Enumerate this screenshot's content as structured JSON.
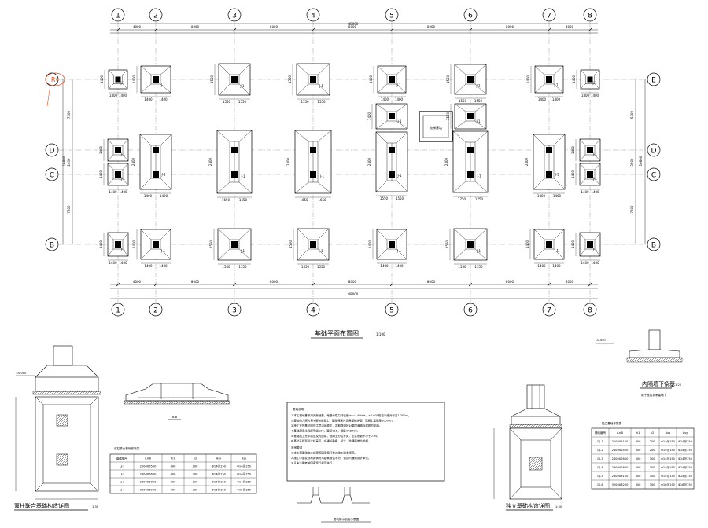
{
  "plan": {
    "columns": [
      "1",
      "2",
      "3",
      "4",
      "5",
      "6",
      "7",
      "8"
    ],
    "rows": [
      "E",
      "D",
      "C",
      "B"
    ],
    "total_dim": "48000",
    "bay_dims": [
      "4000",
      "8000",
      "8000",
      "8000",
      "8000",
      "8000",
      "4000"
    ],
    "row_dims": [
      "7200",
      "2400",
      "7200"
    ],
    "row_total": "16800",
    "right_row_dims": [
      "5600",
      "3500",
      "7200"
    ],
    "title": "基础平面布置图",
    "scale": "1:100",
    "revision_mark": "Rv"
  },
  "footing_dims": {
    "small": "1400",
    "medium": "1550",
    "large": "1650",
    "tall": "2400",
    "tall2": "1750"
  },
  "tag": "J-1",
  "elevator_label": "电梯基坑",
  "details": {
    "left_title": "双柱联合基础构造详图",
    "left_scale": "1:30",
    "left_elev": "±0.000",
    "left_table_title": "双柱联合基础参数表",
    "left_table_headers": [
      "基础编号",
      "A×B",
      "h1",
      "h2",
      "Asx",
      "Asy"
    ],
    "left_table_rows": [
      [
        "LJ-1",
        "2200X5500",
        "400",
        "200",
        "Φ14@150",
        "Φ14@150"
      ],
      [
        "LJ-2",
        "2600X5600",
        "400",
        "200",
        "Φ14@150",
        "Φ14@150"
      ],
      [
        "LJ-3",
        "2800X5800",
        "400",
        "300",
        "Φ14@150",
        "Φ14@150"
      ],
      [
        "LJ-4",
        "3400X6000",
        "400",
        "300",
        "Φ16@150",
        "Φ16@150"
      ]
    ],
    "section_title": "B-B",
    "notes_title": "基础说明",
    "notes": [
      "1.本工程地基采用天然地基，地基承载力特征值fak=140kPa，±0.000相当于绝对标高1.700m。",
      "2.基础持力层为第②层粉质粘土，基础埋深详见各基础详图，混凝土垫层厚100mm。",
      "3.施工开挖基坑时应注意边坡稳定，定期观测其对周围道路及建筑的影响。",
      "4.基础混凝土强度等级C30，垫层C15，钢筋HRB400。",
      "5.基础施工完毕后应及时回填，回填土分层夯实，压实系数不小于0.94。",
      "6.基坑开挖至设计标高后，应通知勘察、设计、监理等单位验槽。"
    ],
    "notes_extra_title": "其他要求",
    "notes_extra": [
      "1.本工程基础施工应遵照国家现行有关施工验收规范。",
      "2.施工中如发现地质情况与勘察报告不符，请及时通知设计单位。",
      "3.凡未注明者按国家现行规范执行。"
    ],
    "center_title": "基坑防水剖面示意图",
    "right_title": "独立基础构造详图",
    "right_scale": "1:30",
    "inner_wall_title": "内隔墙下条基",
    "inner_wall_scale": "1:20",
    "inner_wall_note": "用于首层非承重墙下",
    "inner_wall_elev": "-0.450",
    "right_table_title": "独立基础参数表",
    "right_table_headers": [
      "基础编号",
      "A×B",
      "h1",
      "h2",
      "Asx",
      "Asy"
    ],
    "right_table_rows": [
      [
        "DJ-1",
        "2100X2100",
        "300",
        "200",
        "Φ14@150",
        "Φ14@150"
      ],
      [
        "DJ-2",
        "2400X2400",
        "300",
        "200",
        "Φ14@150",
        "Φ14@150"
      ],
      [
        "DJ-3",
        "2600X2600",
        "300",
        "300",
        "Φ14@150",
        "Φ14@150"
      ],
      [
        "DJ-4",
        "2800X2800",
        "300",
        "300",
        "Φ14@150",
        "Φ14@150"
      ],
      [
        "DJ-5",
        "2600X3100",
        "300",
        "300",
        "Φ14@150",
        "Φ14@150"
      ],
      [
        "DJ-6",
        "3200X3200",
        "300",
        "300",
        "Φ16@150",
        "Φ16@150"
      ]
    ]
  },
  "colors": {
    "line": "#000000",
    "grid": "#777777",
    "revision": "#e05020"
  }
}
